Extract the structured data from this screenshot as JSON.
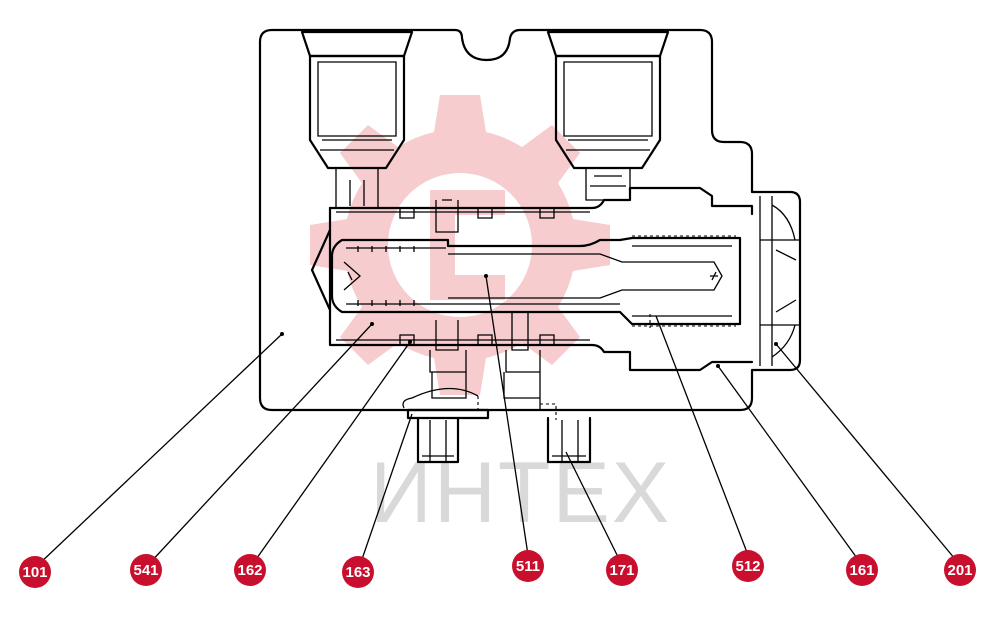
{
  "watermark": {
    "text": "ИНТЕХ",
    "logo_color": "#f2a3a8",
    "text_color": "#d9d9d9"
  },
  "callout_color": "#c8102e",
  "callouts": [
    {
      "id": "101",
      "label": "101"
    },
    {
      "id": "541",
      "label": "541"
    },
    {
      "id": "162",
      "label": "162"
    },
    {
      "id": "163",
      "label": "163"
    },
    {
      "id": "511",
      "label": "511"
    },
    {
      "id": "171",
      "label": "171"
    },
    {
      "id": "512",
      "label": "512"
    },
    {
      "id": "161",
      "label": "161"
    },
    {
      "id": "201",
      "label": "201"
    }
  ]
}
